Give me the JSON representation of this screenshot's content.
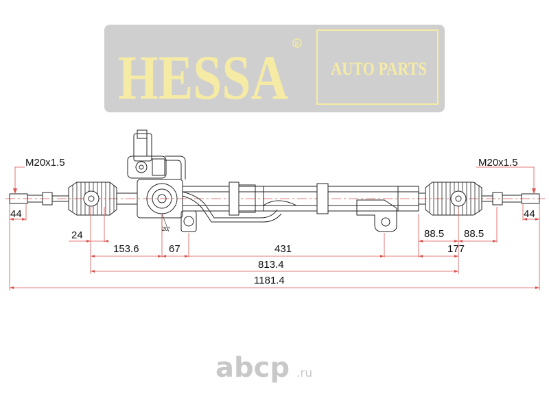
{
  "logo": {
    "brand": "HESSA",
    "registered_mark": "R",
    "tagline": "AUTO PARTS",
    "colors": {
      "banner": "#cfcfcf",
      "text": "#f6eba4"
    }
  },
  "thread_labels": {
    "left": "M20x1.5",
    "right": "M20x1.5"
  },
  "angle_label": "20°",
  "dimensions": {
    "end_left": "44",
    "end_right": "44",
    "d24": "24",
    "d153_6": "153.6",
    "d67": "67",
    "d431": "431",
    "d88_5_left": "88.5",
    "d88_5_right": "88.5",
    "d177": "177",
    "d813_4": "813.4",
    "d1181_4": "1181.4"
  },
  "watermark": {
    "text": "abcp",
    "suffix": ".ru",
    "color": "#c8c8c8"
  },
  "colors": {
    "dimension_lines": "#d9534f",
    "outline": "#222222"
  }
}
